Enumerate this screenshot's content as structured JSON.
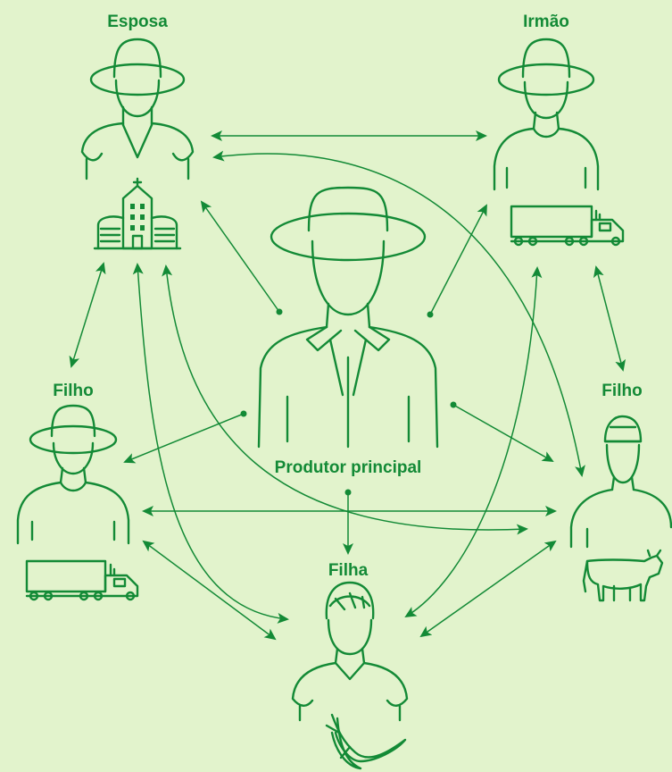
{
  "diagram": {
    "title": "",
    "colors": {
      "background": "#e2f3cc",
      "line": "#138a36"
    },
    "nodes": [
      {
        "id": "produtor",
        "label": "Produtor principal",
        "icon": "farmer-hat-icon"
      },
      {
        "id": "esposa",
        "label": "Esposa",
        "icon": "grain-silo-icon"
      },
      {
        "id": "irmao",
        "label": "Irmão",
        "icon": "truck-icon"
      },
      {
        "id": "filho_esq",
        "label": "Filho",
        "icon": "truck-icon"
      },
      {
        "id": "filho_dir",
        "label": "Filho",
        "icon": "cow-icon"
      },
      {
        "id": "filha",
        "label": "Filha",
        "icon": "soybean-icon"
      }
    ],
    "edges": [
      {
        "from": "esposa",
        "to": "irmao",
        "direction": "both"
      },
      {
        "from": "produtor",
        "to": "esposa",
        "direction": "to"
      },
      {
        "from": "produtor",
        "to": "irmao",
        "direction": "to"
      },
      {
        "from": "produtor",
        "to": "filho_esq",
        "direction": "to"
      },
      {
        "from": "produtor",
        "to": "filho_dir",
        "direction": "to"
      },
      {
        "from": "produtor",
        "to": "filha",
        "direction": "to"
      },
      {
        "from": "esposa",
        "to": "filho_esq",
        "direction": "both"
      },
      {
        "from": "esposa",
        "to": "filha",
        "direction": "both"
      },
      {
        "from": "esposa",
        "to": "filho_dir",
        "direction": "both"
      },
      {
        "from": "irmao",
        "to": "filho_dir",
        "direction": "both"
      },
      {
        "from": "irmao",
        "to": "filha",
        "direction": "both"
      },
      {
        "from": "filho_esq",
        "to": "filho_dir",
        "direction": "both"
      },
      {
        "from": "filho_esq",
        "to": "filha",
        "direction": "both"
      },
      {
        "from": "filho_dir",
        "to": "filha",
        "direction": "both"
      }
    ]
  }
}
